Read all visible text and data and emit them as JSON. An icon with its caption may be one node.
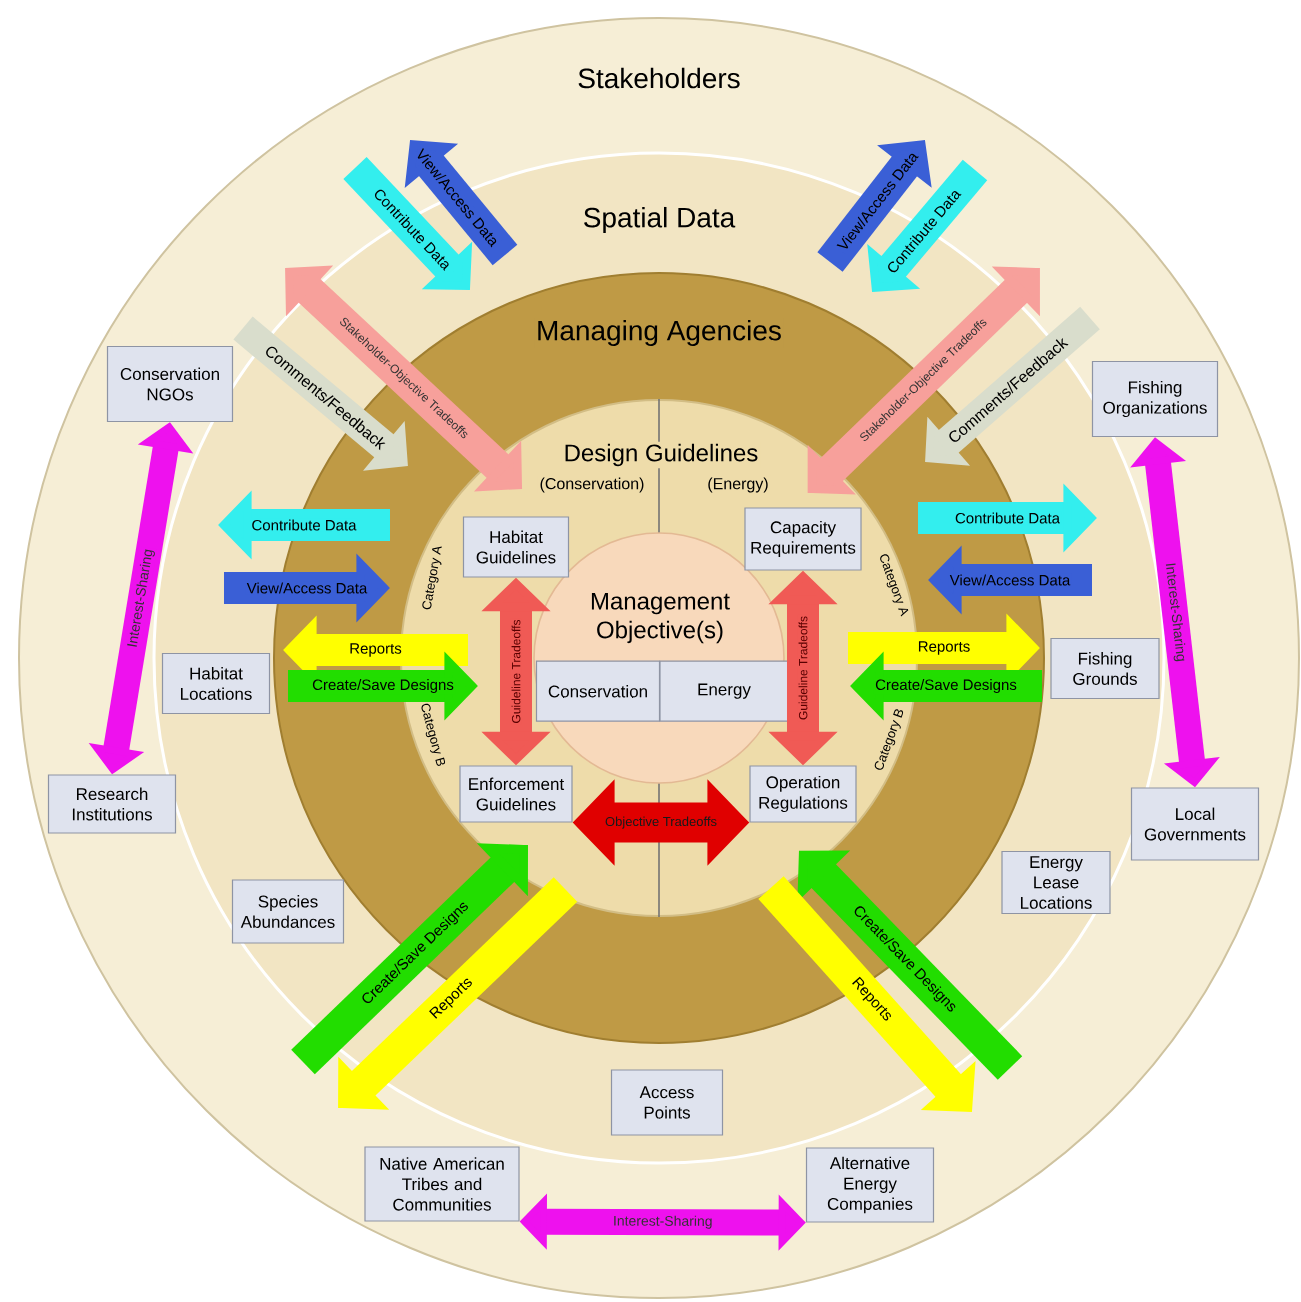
{
  "diagram": {
    "nodes": [
      {
        "text": [
          "Stakeholders"
        ]
      },
      {
        "text": [
          "Spatial Data"
        ],
        "in": 0
      },
      {
        "text": [
          "Managing Agencies"
        ],
        "in": 1
      },
      {
        "text": [
          "Design Guidelines",
          "(Conservation)",
          "(Energy)"
        ],
        "in": 2
      },
      {
        "text": [
          "Management Objective(s)"
        ],
        "in": 3
      },
      {
        "text": [
          "Conservation"
        ],
        "in": 4
      },
      {
        "text": [
          "Energy"
        ],
        "in": 4
      },
      {
        "text": [
          "Habitat Guidelines"
        ],
        "in": 3
      },
      {
        "text": [
          "Capacity Requirements"
        ],
        "in": 3
      },
      {
        "text": [
          "Enforcement Guidelines"
        ],
        "in": 3
      },
      {
        "text": [
          "Operation Regulations"
        ],
        "in": 3
      },
      {
        "text": [
          "Conservation NGOs"
        ],
        "in": 0
      },
      {
        "text": [
          "Fishing Organizations"
        ],
        "in": 0
      },
      {
        "text": [
          "Habitat Locations"
        ],
        "in": 1
      },
      {
        "text": [
          "Fishing Grounds"
        ],
        "in": 1
      },
      {
        "text": [
          "Research Institutions"
        ],
        "in": 0
      },
      {
        "text": [
          "Local Governments"
        ],
        "in": 0
      },
      {
        "text": [
          "Species Abundances"
        ],
        "in": 1
      },
      {
        "text": [
          "Energy Lease Locations"
        ],
        "in": 1
      },
      {
        "text": [
          "Access Points"
        ],
        "in": 1
      },
      {
        "text": [
          "Native American Tribes and Communities"
        ],
        "in": 0
      },
      {
        "text": [
          "Alternative Energy Companies"
        ],
        "in": 0
      }
    ],
    "edges": [
      {
        "from": 9,
        "to": 7,
        "arrow": "both",
        "label": "Guideline Tradeoffs",
        "color": "#f05a55"
      },
      {
        "from": 10,
        "to": 8,
        "arrow": "both",
        "label": "Guideline Tradeoffs",
        "color": "#f05a55"
      },
      {
        "from": 9,
        "to": 10,
        "arrow": "both",
        "label": "Objective Tradeoffs",
        "color": "#e00000"
      },
      {
        "from": 15,
        "to": 11,
        "arrow": "both",
        "label": "Interest-Sharing",
        "color": "#ee11ee"
      },
      {
        "from": 12,
        "to": 16,
        "arrow": "both",
        "label": "Interest-Sharing",
        "color": "#ee11ee"
      },
      {
        "from": 20,
        "to": 21,
        "arrow": "both",
        "label": "Interest-Sharing",
        "color": "#ee11ee"
      },
      {
        "from": null,
        "to": 3,
        "arrow": "both",
        "label": "Stakeholder-Objective Tradeoffs",
        "color": "#f7a09b"
      },
      {
        "from": null,
        "to": 3,
        "arrow": "both",
        "label": "Stakeholder-Objective Tradeoffs",
        "color": "#f7a09b"
      },
      {
        "from": null,
        "to": 3,
        "arrow": "to",
        "label": "Create/Save Designs",
        "color": "#22dd00"
      },
      {
        "from": 3,
        "to": null,
        "arrow": "to",
        "label": "Reports",
        "color": "#ffff00"
      },
      {
        "from": null,
        "to": 3,
        "arrow": "to",
        "label": "Create/Save Designs",
        "color": "#22dd00"
      },
      {
        "from": 3,
        "to": null,
        "arrow": "to",
        "label": "Reports",
        "color": "#ffff00"
      }
    ],
    "labels": [
      "Contribute Data",
      "View/Access Data",
      "View/Access Data",
      "Contribute Data",
      "Comments/Feedback",
      "Comments/Feedback",
      "Contribute Data",
      "Contribute Data",
      "View/Access Data",
      "Category A",
      "Category A",
      "View/Access Data",
      "Reports",
      "Reports",
      "Create/Save Designs",
      "Create/Save Designs",
      "Category B",
      "Category B"
    ]
  }
}
